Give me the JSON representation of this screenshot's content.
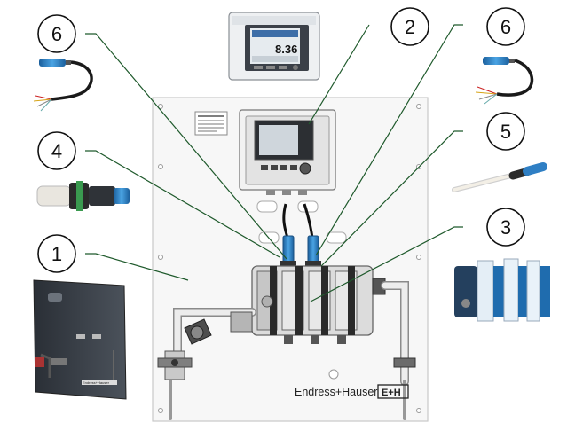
{
  "callouts": {
    "c6_left": "6",
    "c2": "2",
    "c6_right": "6",
    "c4": "4",
    "c5": "5",
    "c3": "3",
    "c1": "1"
  },
  "controller_display_value": "8.36",
  "brand_name": "Endress+Hauser",
  "brand_logo": "E+H",
  "colors": {
    "line": "#1f5a2c",
    "sensor_blue": "#2f7fc4",
    "panel": "#f4f4f4",
    "housing": "#d9d9d9"
  }
}
